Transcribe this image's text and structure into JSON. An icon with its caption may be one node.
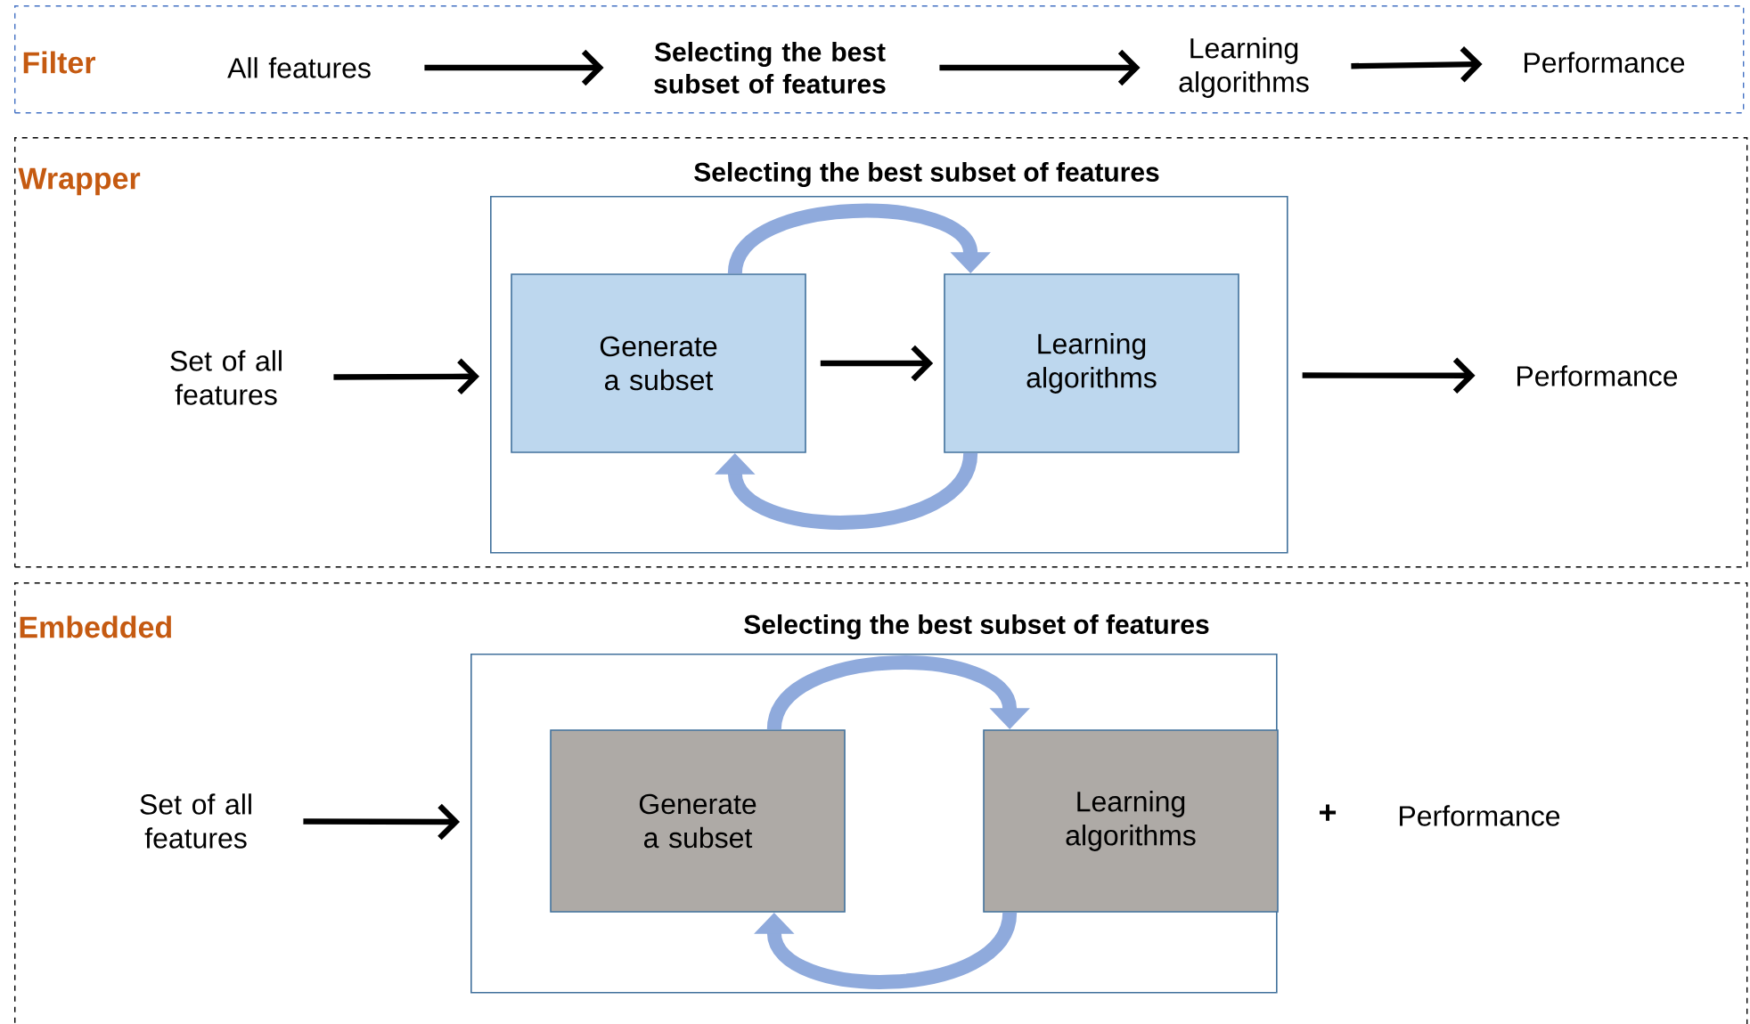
{
  "diagram": {
    "nodes": [
      {
        "text": [
          "Filter"
        ]
      },
      {
        "text": [
          "All features"
        ],
        "in": 0
      },
      {
        "text": [
          "Selecting the best subset of features"
        ],
        "in": 0
      },
      {
        "text": [
          "Learning algorithms"
        ],
        "in": 0
      },
      {
        "text": [
          "Performance"
        ],
        "in": 0
      },
      {
        "text": [
          "Wrapper"
        ]
      },
      {
        "text": [
          "Set of all features"
        ],
        "in": 5
      },
      {
        "text": [
          "Selecting the best subset of features"
        ],
        "in": 5
      },
      {
        "text": [
          "Generate a subset"
        ],
        "in": 7
      },
      {
        "text": [
          "Learning algorithms"
        ],
        "in": 7
      },
      {
        "text": [
          "Performance"
        ],
        "in": 5
      },
      {
        "text": [
          "Embedded"
        ]
      },
      {
        "text": [
          "Set of all features"
        ],
        "in": 11
      },
      {
        "text": [
          "Selecting the best subset of features"
        ],
        "in": 11
      },
      {
        "text": [
          "Generate a subset"
        ],
        "in": 13
      },
      {
        "text": [
          "Learning algorithms"
        ],
        "in": 13
      },
      {
        "text": [
          "Performance"
        ],
        "in": 11
      }
    ],
    "edges": [
      {
        "from": 1,
        "to": 2,
        "arrow": "to"
      },
      {
        "from": 2,
        "to": 3,
        "arrow": "to"
      },
      {
        "from": 3,
        "to": 4,
        "arrow": "to"
      },
      {
        "from": 6,
        "to": 7,
        "arrow": "to"
      },
      {
        "from": 8,
        "to": 9,
        "arrow": "to"
      },
      {
        "from": 8,
        "to": 9,
        "arrow": "to",
        "style": "thick",
        "color": "#8faadc"
      },
      {
        "from": 9,
        "to": 8,
        "arrow": "to",
        "style": "thick",
        "color": "#8faadc"
      },
      {
        "from": 7,
        "to": 10,
        "arrow": "to"
      },
      {
        "from": 12,
        "to": 13,
        "arrow": "to"
      },
      {
        "from": 14,
        "to": 15,
        "arrow": "to",
        "style": "thick",
        "color": "#8faadc"
      },
      {
        "from": 15,
        "to": 14,
        "arrow": "to",
        "style": "thick",
        "color": "#8faadc"
      }
    ],
    "labels": [
      "+"
    ]
  }
}
